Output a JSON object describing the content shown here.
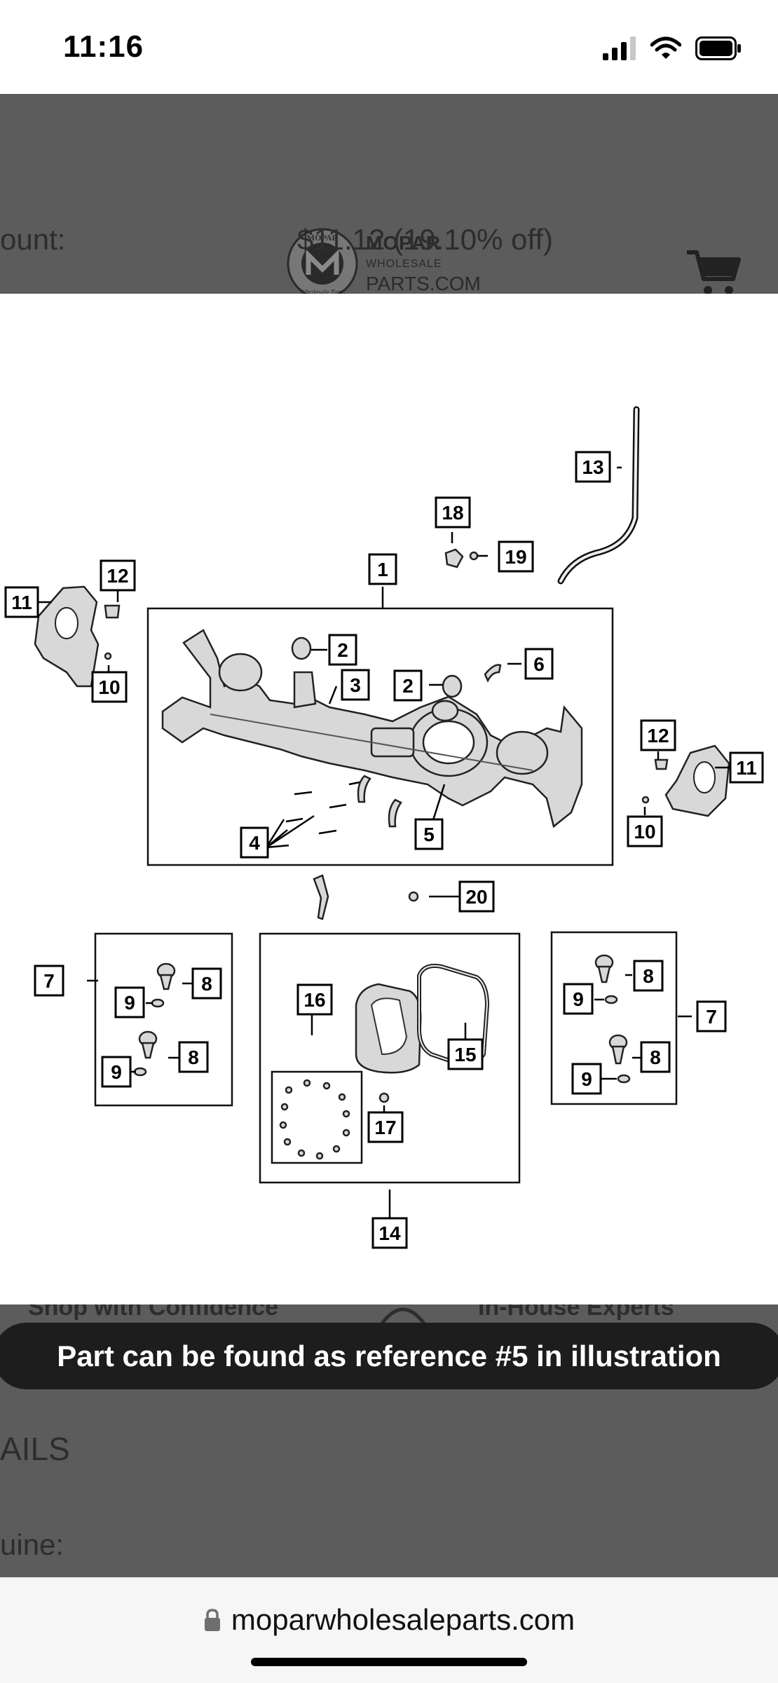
{
  "status_bar": {
    "time": "11:16"
  },
  "header": {
    "logo_line1": "MOPAR",
    "logo_line2": "WHOLESALE",
    "logo_line3": "PARTS.COM",
    "seal_text_top": "MOPAR",
    "seal_text_bottom": "Wholesale Parts"
  },
  "background_text": {
    "discount_label": "ount:",
    "discount_value": "$11.12 (19.10% off)",
    "shop_confidence": "Shop with Confidence",
    "in_house": "In-House Experts",
    "details_heading": "AILS",
    "genuine_label": "uine:"
  },
  "diagram": {
    "callouts": {
      "c1": "1",
      "c2a": "2",
      "c2b": "2",
      "c3": "3",
      "c4": "4",
      "c5": "5",
      "c6": "6",
      "c7l": "7",
      "c7r": "7",
      "c8a": "8",
      "c8b": "8",
      "c8c": "8",
      "c8d": "8",
      "c9a": "9",
      "c9b": "9",
      "c9c": "9",
      "c9d": "9",
      "c10l": "10",
      "c10r": "10",
      "c11l": "11",
      "c11r": "11",
      "c12l": "12",
      "c12r": "12",
      "c13": "13",
      "c14": "14",
      "c15": "15",
      "c16": "16",
      "c17": "17",
      "c18": "18",
      "c19": "19",
      "c20": "20"
    }
  },
  "toast": {
    "message": "Part can be found as reference #5 in illustration"
  },
  "url_bar": {
    "url": "moparwholesaleparts.com"
  }
}
